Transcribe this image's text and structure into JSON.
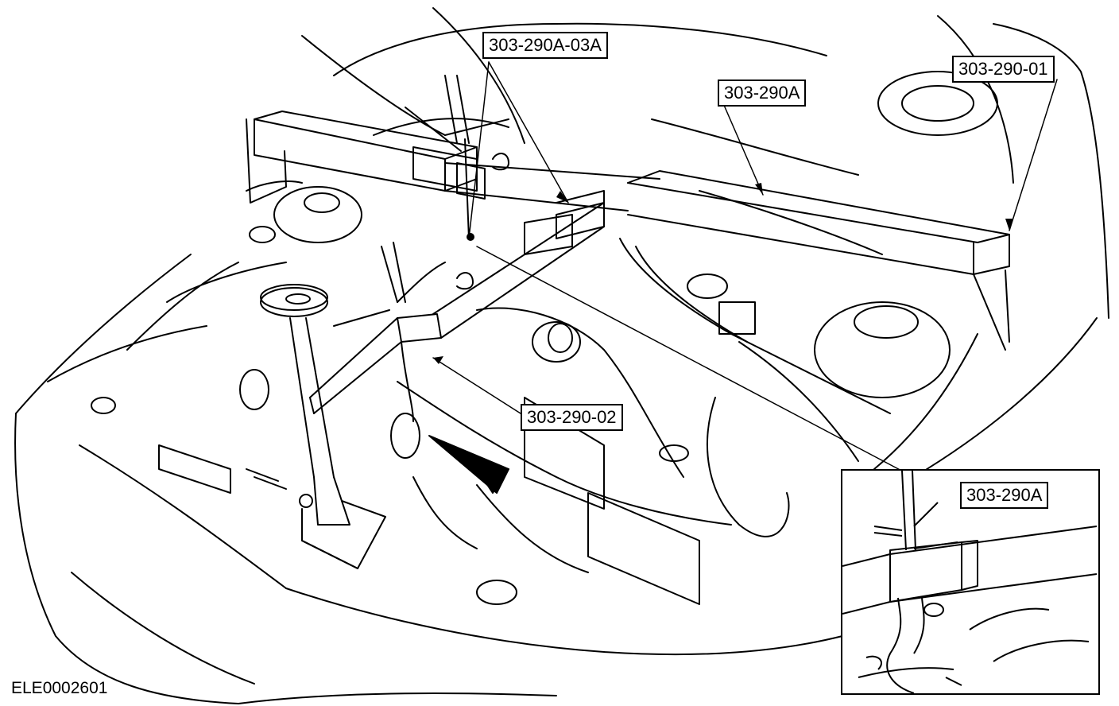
{
  "callouts": {
    "c1": "303-290A-03A",
    "c2": "303-290A",
    "c3": "303-290-01",
    "c4": "303-290-02",
    "c5": "303-290A"
  },
  "figure_id": "ELE0002601",
  "colors": {
    "line": "#000000",
    "background": "#ffffff"
  }
}
